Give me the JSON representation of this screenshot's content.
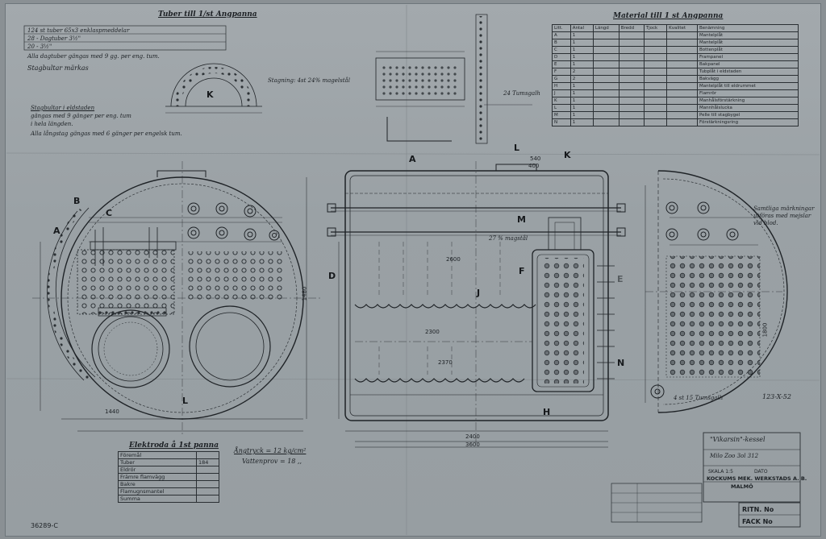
{
  "title_block": {
    "title_line1": "\"Vikarsin\"-kessel",
    "title_line2": "Milo Zoo 3ol 312",
    "scale": "SKALA 1:5",
    "date_label": "DATO",
    "company": "KOCKUMS MEK. WERKSTADS A. B.",
    "city": "MALMÖ",
    "ritn_label": "RITN. No",
    "fack_label": "FACK No"
  },
  "stamp_number": "36289-C",
  "date_stamp": "123-X-52",
  "sections": {
    "tubes_heading": "Tuber till 1/st Angpanna",
    "material_heading": "Material till 1 st Angpanna",
    "elektroda_heading": "Elektroda å 1st panna",
    "steam_pressure": "Ångtryck = 12 kg/cm²",
    "water_pressure": "Vattenprov = 18 ,,",
    "staying": "Stagning: 4st 24% magelstål",
    "edge_notes": "Stagbultar märkas"
  },
  "tubes_lines": [
    "124 st tuber 65x3 enklaspmeddelar",
    "28 - Dagtuber 3½\"",
    "20 - 3½\"",
    "Alla dagtuber gängas med 9 gg. per eng. tum.",
    "Stagbultar märkas"
  ],
  "notes_left": [
    "Stagbultar i eldstaden",
    "gängas med 9 gänger per eng. tum",
    "i hela längden.",
    "Alla långstag gängas med 6 gänger per engelsk tum."
  ],
  "material_table": {
    "headers": [
      "Litt.",
      "Antal",
      "Längd",
      "Bredd",
      "Tjock",
      "Kvalitet",
      "Benämning"
    ],
    "rows": [
      [
        "A",
        "1",
        "",
        "",
        "",
        "",
        "Mantelplåt"
      ],
      [
        "B",
        "1",
        "",
        "",
        "",
        "",
        "Mantelplåt"
      ],
      [
        "C",
        "1",
        "",
        "",
        "",
        "",
        "Bottenplåt"
      ],
      [
        "D",
        "1",
        "",
        "",
        "",
        "",
        "Frampanel"
      ],
      [
        "E",
        "1",
        "",
        "",
        "",
        "",
        "Bakpanel"
      ],
      [
        "F",
        "2",
        "",
        "",
        "",
        "",
        "Tubplåt i eldstaden"
      ],
      [
        "G",
        "2",
        "",
        "",
        "",
        "",
        "Bakvägg"
      ],
      [
        "H",
        "1",
        "",
        "",
        "",
        "",
        "Mantelplåt till eldrummet"
      ],
      [
        "J",
        "1",
        "",
        "",
        "",
        "",
        "Flamrör"
      ],
      [
        "K",
        "1",
        "",
        "",
        "",
        "",
        "Manhålsförstärkning"
      ],
      [
        "L",
        "1",
        "",
        "",
        "",
        "",
        "Mannhålslucka"
      ],
      [
        "M",
        "1",
        "",
        "",
        "",
        "",
        "Pelle till stagbygel"
      ],
      [
        "N",
        "1",
        "",
        "",
        "",
        "",
        "Förstärkningsring"
      ]
    ]
  },
  "elektroda_table": {
    "rows": [
      [
        "Föremål",
        ""
      ],
      [
        "Tuber",
        "184"
      ],
      [
        "Eldrör",
        ""
      ],
      [
        "Främre flamvägg",
        ""
      ],
      [
        "Bakre",
        ""
      ],
      [
        "Flamugnsmantel",
        ""
      ],
      [
        "Summa",
        ""
      ]
    ]
  },
  "part_labels": {
    "A_left": "A",
    "B": "B",
    "C": "C",
    "K_left": "K",
    "L_left": "L",
    "A_mid": "A",
    "L_mid": "L",
    "K_mid": "K",
    "M": "M",
    "F": "F",
    "D": "D",
    "J": "J",
    "N": "N",
    "H": "H",
    "E": "E"
  },
  "dimensions": [
    "2600",
    "2300",
    "2370",
    "1800",
    "1480",
    "2400",
    "3600",
    "540",
    "400",
    "1440"
  ],
  "annotations": {
    "side_note": "Samtliga märkningar utföras med mejslar vid blod.",
    "bottom_note": "4 st 15 Tumsgalh",
    "mid_note1": "24 Tumsgalh",
    "mid_note2": "27 % magstål"
  },
  "colors": {
    "paper": "#9aa1a5",
    "ink": "#1e2226",
    "light_ink": "#3a4045"
  }
}
